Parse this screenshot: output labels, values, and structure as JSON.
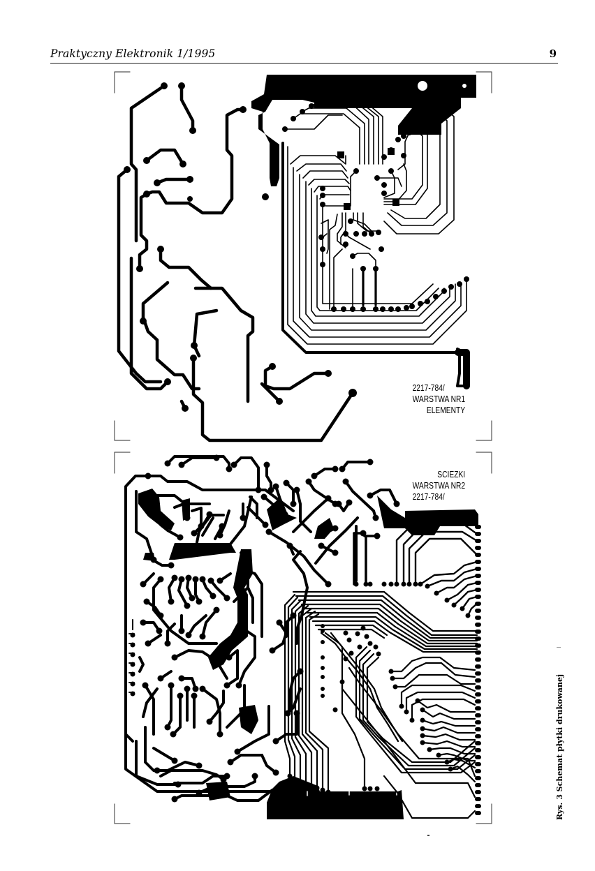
{
  "header": {
    "publication": "Praktyczny Elektronik 1/1995",
    "page_number": "9"
  },
  "figures": {
    "layer1": {
      "board_code": "2217-784/",
      "layer_label": "WARSTWA NR1",
      "side_label": "ELEMENTY"
    },
    "layer2": {
      "side_label": "SCIEZKI",
      "layer_label": "WARSTWA NR2",
      "board_code": "2217-784/"
    },
    "caption": "Rys. 3 Schemat płytki drukowanej"
  },
  "colors": {
    "ink": "#000000",
    "paper": "#ffffff",
    "rule": "#222222"
  }
}
